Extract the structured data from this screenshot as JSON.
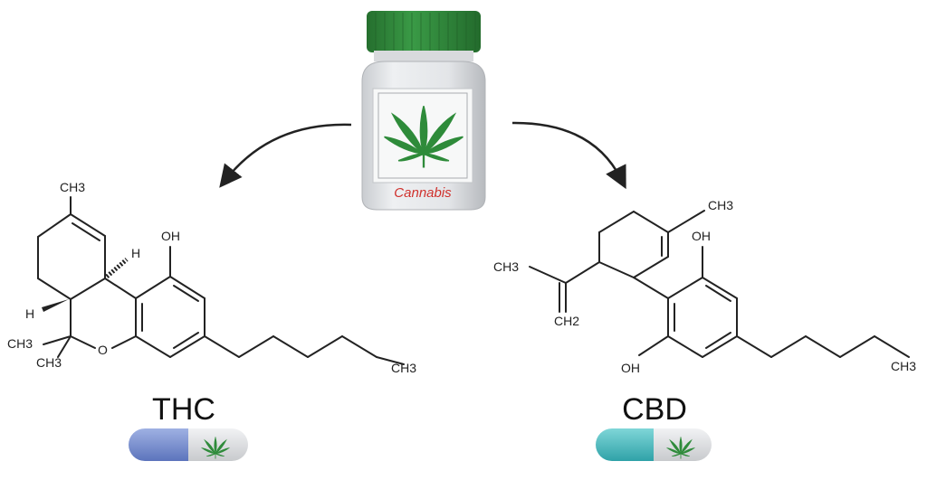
{
  "bottle": {
    "label": "Cannabis",
    "cap_color": "#2e8b3a",
    "leaf_color": "#2e8b3a",
    "icon": "cannabis-leaf-icon"
  },
  "thc": {
    "title": "THC",
    "atoms": {
      "ch3_top": "CH3",
      "h_top": "H",
      "oh": "OH",
      "h_left": "H",
      "ch3_a": "CH3",
      "ch3_b": "CH3",
      "o": "O",
      "ch3_tail": "CH3"
    },
    "capsule_color": "#6f86c8"
  },
  "cbd": {
    "title": "CBD",
    "atoms": {
      "ch3_top": "CH3",
      "oh_top": "OH",
      "ch3_left": "CH3",
      "ch2": "CH2",
      "oh_bottom": "OH",
      "ch3_tail": "CH3"
    },
    "capsule_color": "#3fb3b8"
  },
  "arrows": [
    {
      "from": "bottle",
      "to": "thc"
    },
    {
      "from": "bottle",
      "to": "cbd"
    }
  ]
}
